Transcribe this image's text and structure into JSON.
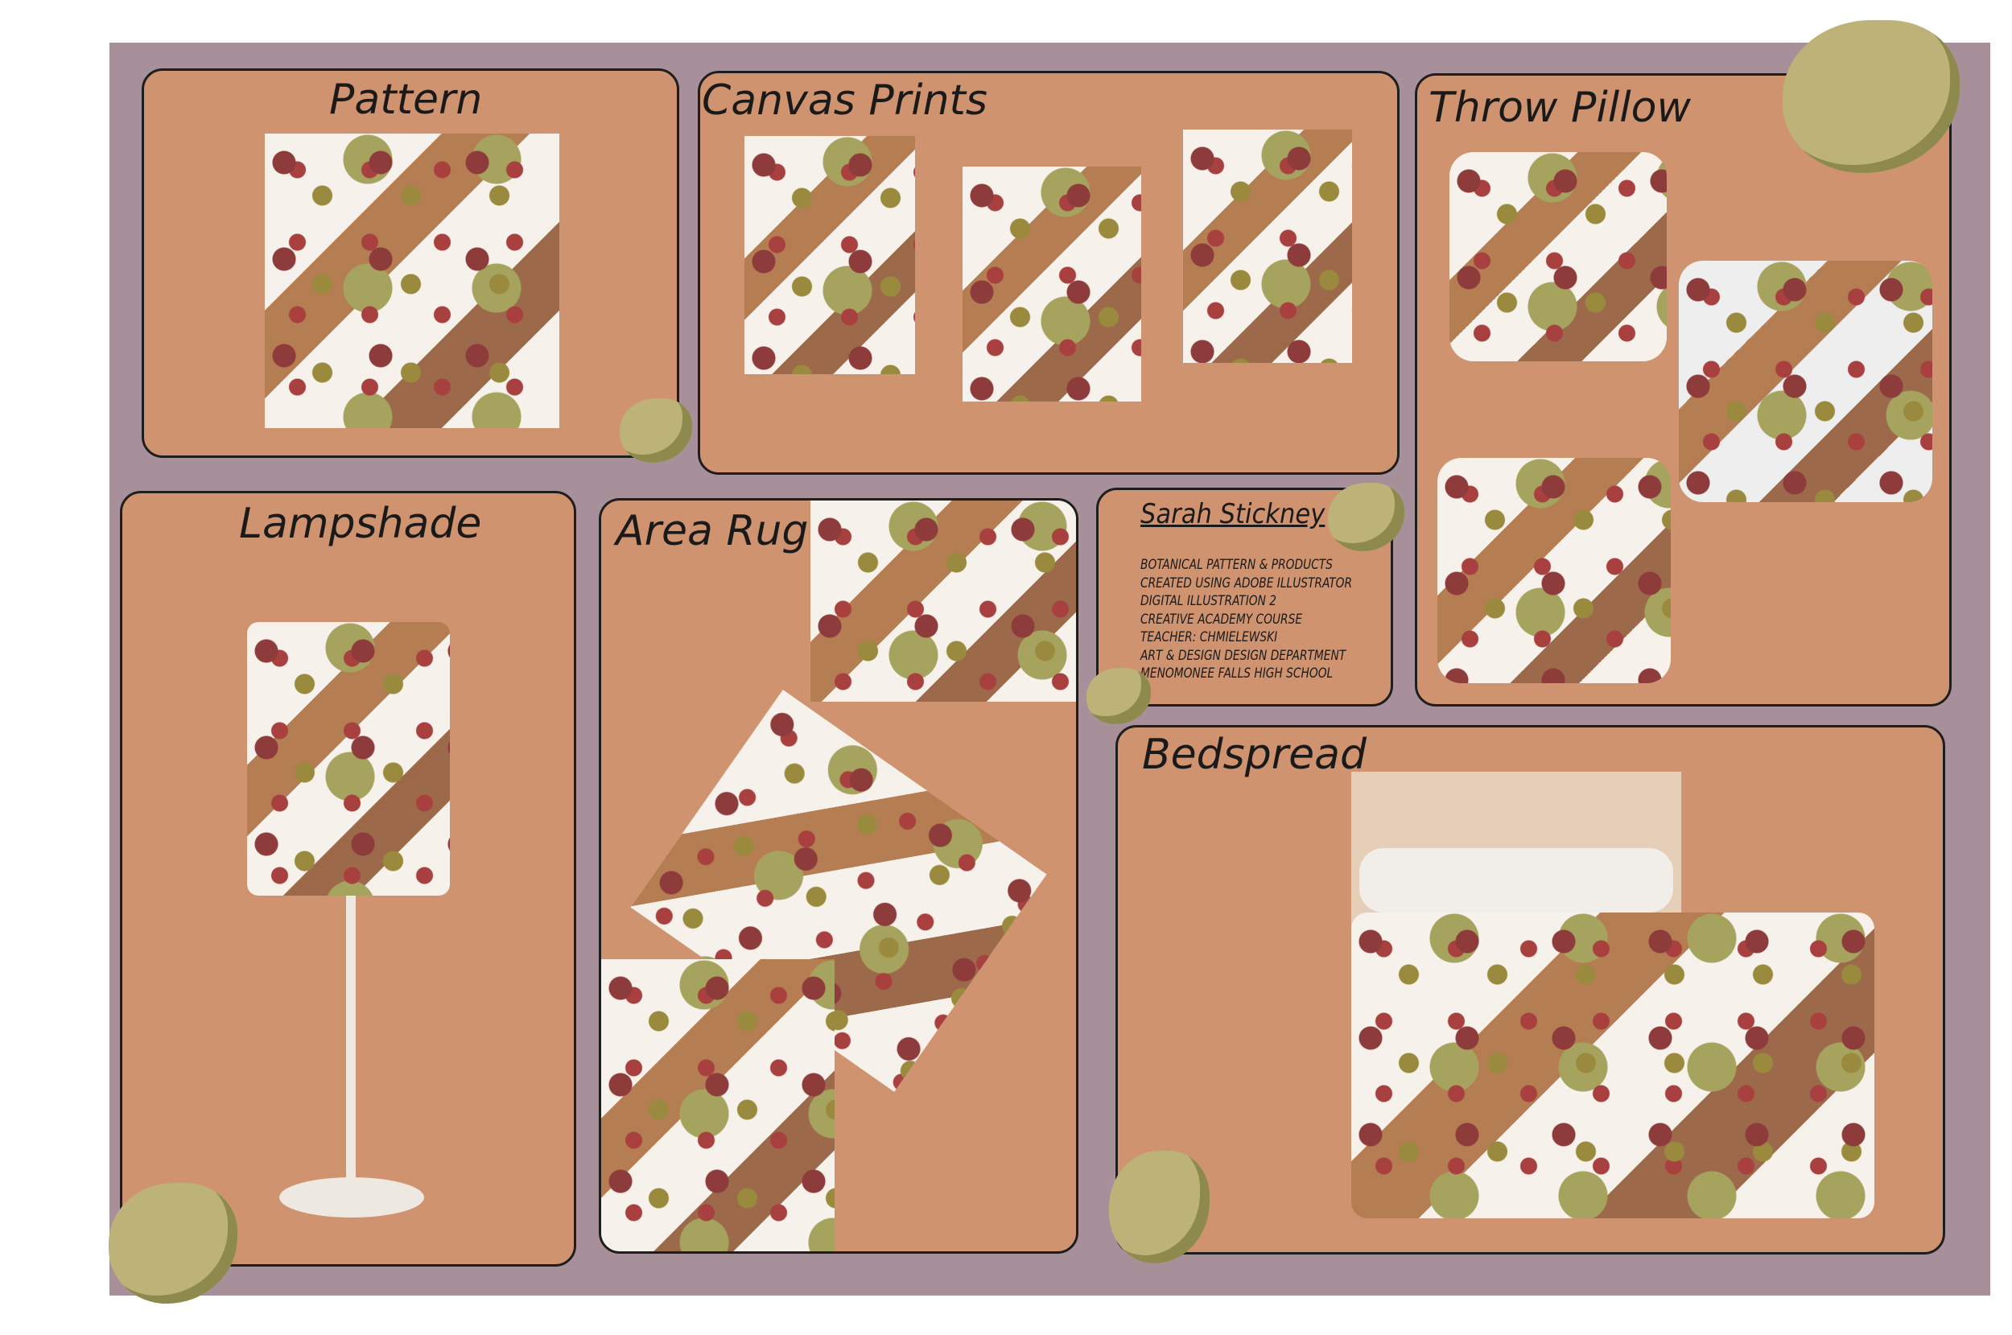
{
  "panels": {
    "pattern": "Pattern",
    "canvas": "Canvas Prints",
    "pillow": "Throw Pillow",
    "lampshade": "Lampshade",
    "rug": "Area Rug",
    "bedspread": "Bedspread"
  },
  "info": {
    "name": "Sarah Stickney",
    "lines": [
      "BOTANICAL PATTERN & PRODUCTS",
      "CREATED USING ADOBE ILLUSTRATOR",
      "DIGITAL ILLUSTRATION 2",
      "CREATIVE ACADEMY COURSE",
      "TEACHER: CHMIELEWSKI",
      "ART & DESIGN DESIGN DEPARTMENT",
      "MENOMONEE FALLS HIGH SCHOOL"
    ]
  },
  "colors": {
    "board": "#a7909a",
    "panel": "#cf946f",
    "berry": "#8e3b3b",
    "leaf": "#bdb378"
  }
}
